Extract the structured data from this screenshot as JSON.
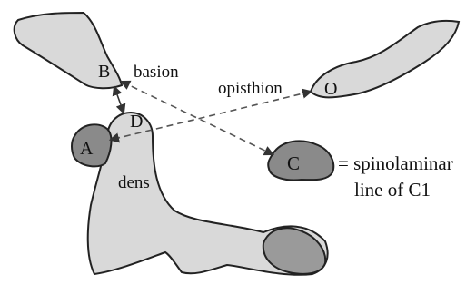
{
  "diagram": {
    "points": {
      "B": "B",
      "D": "D",
      "A": "A",
      "O": "O",
      "C": "C"
    },
    "labels": {
      "basion": "basion",
      "opisthion": "opisthion",
      "dens": "dens",
      "spinolaminar_line_1": "= spinolaminar",
      "spinolaminar_line_2": "line of C1"
    },
    "colors": {
      "bone_fill": "#d9d9d9",
      "structure_fill": "#8a8a8a",
      "outline": "#222222",
      "dashed_line": "#555555"
    }
  }
}
